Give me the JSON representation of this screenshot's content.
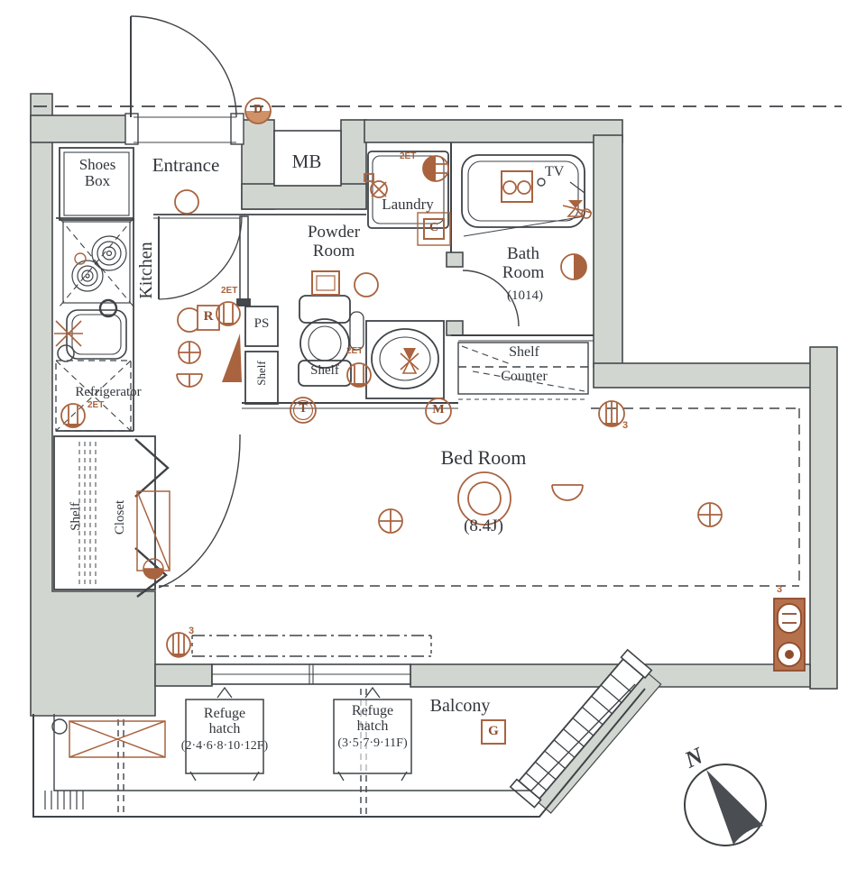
{
  "rooms": {
    "entrance": "Entrance",
    "shoes_line1": "Shoes",
    "shoes_line2": "Box",
    "mb": "MB",
    "kitchen": "Kitchen",
    "laundry": "Laundry",
    "powder_line1": "Powder",
    "powder_line2": "Room",
    "bath_line1": "Bath",
    "bath_line2": "Room",
    "bath_size": "(1014)",
    "refrigerator": "Refrigerator",
    "ps": "PS",
    "ps_shelf": "Shelf",
    "toilet_shelf": "Shelf",
    "counter_shelf": "Shelf",
    "counter": "Counter",
    "bedroom": "Bed Room",
    "bedroom_size": "(8.4J)",
    "closet_shelf": "Shelf",
    "closet": "Closet",
    "balcony": "Balcony"
  },
  "hatches": [
    {
      "line1": "Refuge",
      "line2": "hatch",
      "floors": "(2·4·6·8·10·12F)"
    },
    {
      "line1": "Refuge",
      "line2": "hatch",
      "floors": "(3·5·7·9·11F)"
    }
  ],
  "markers": {
    "d": "D",
    "r": "R",
    "c": "C",
    "t": "T",
    "m": "M",
    "g": "G",
    "tv": "TV",
    "et": "2ET",
    "three": "3",
    "north": "N"
  },
  "colors": {
    "wall": "#d2d6d1",
    "wall_stroke": "#45494b",
    "line": "#3f4347",
    "accent": "#a9633f",
    "accent_light": "#cf9268"
  }
}
